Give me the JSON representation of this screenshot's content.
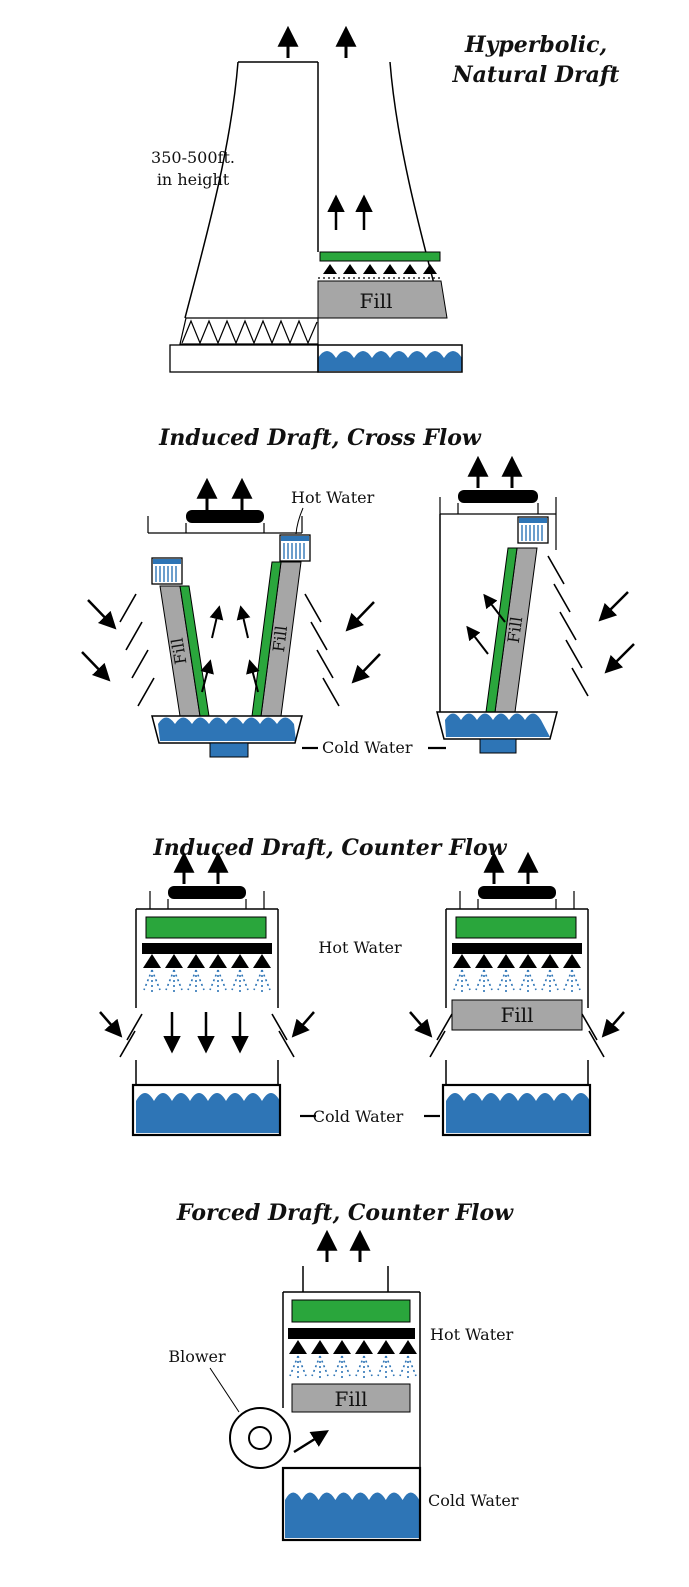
{
  "colors": {
    "green": "#2AA63C",
    "water_blue": "#2E75B6",
    "fill_gray": "#A6A6A6"
  },
  "sections": {
    "hyperbolic": {
      "title_line1": "Hyperbolic,",
      "title_line2": "Natural Draft",
      "height_line1": "350-500ft.",
      "height_line2": "in height",
      "fill": "Fill"
    },
    "cross_flow": {
      "title": "Induced Draft, Cross Flow",
      "hot_water": "Hot Water",
      "cold_water": "Cold Water",
      "fill": "Fill"
    },
    "counter_flow": {
      "title": "Induced Draft, Counter Flow",
      "hot_water": "Hot Water",
      "cold_water": "Cold Water",
      "fill": "Fill"
    },
    "forced": {
      "title": "Forced Draft, Counter Flow",
      "hot_water": "Hot Water",
      "cold_water": "Cold Water",
      "fill": "Fill",
      "blower": "Blower"
    }
  }
}
